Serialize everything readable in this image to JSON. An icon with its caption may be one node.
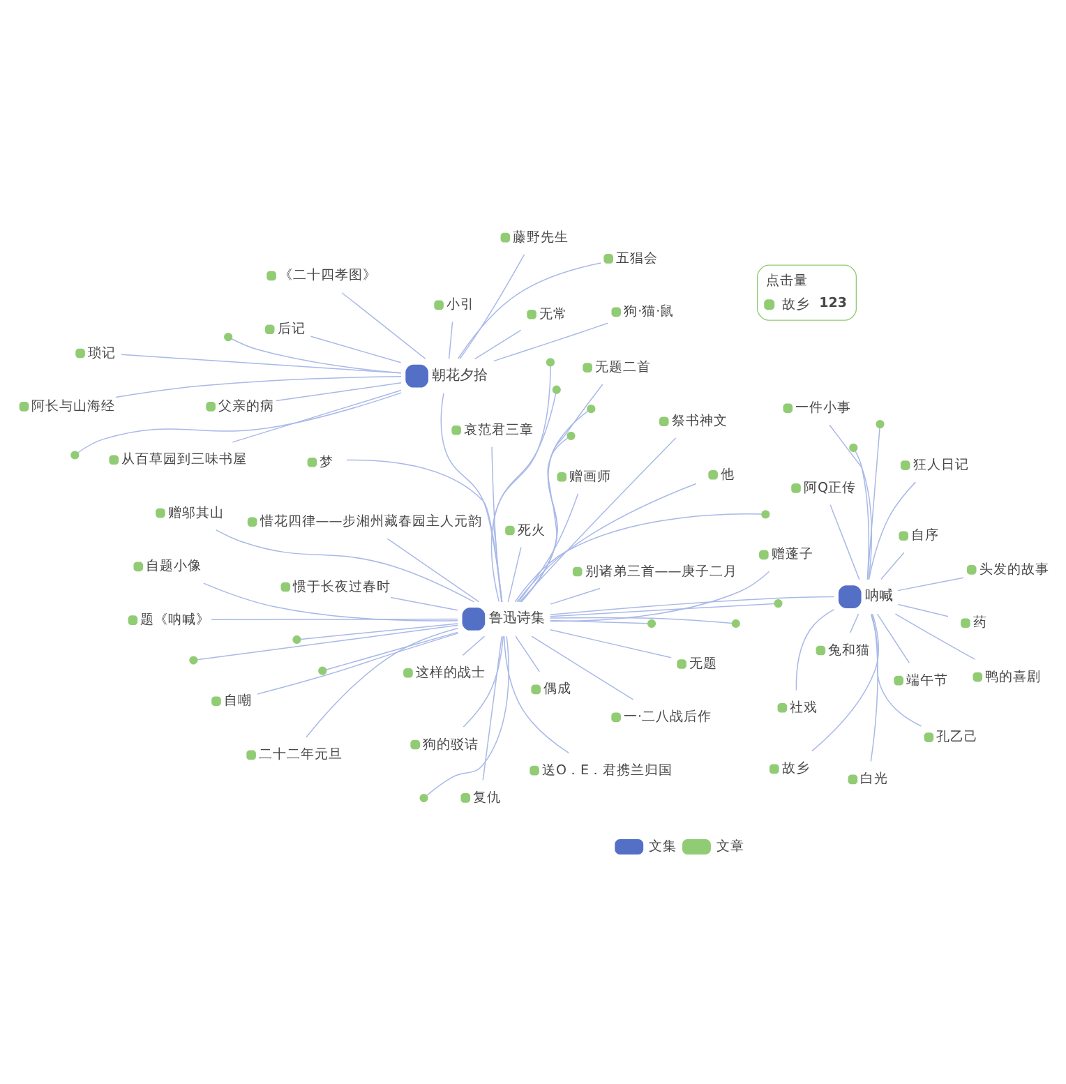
{
  "diagram": {
    "nodes": [
      {
        "text": [
          "朝花夕拾"
        ]
      },
      {
        "text": [
          "阿长与山海经"
        ]
      },
      {
        "text": [
          "《二十四孝图》"
        ]
      },
      {
        "text": [
          "狗·猫·鼠"
        ]
      },
      {
        "text": [
          "父亲的病"
        ]
      },
      {
        "text": [
          "无常"
        ]
      },
      {
        "text": [
          "藤野先生"
        ]
      },
      {
        "text": [
          "琐记"
        ]
      },
      {
        "text": [
          "小引"
        ]
      },
      {
        "text": [],
        "shape": "circle"
      },
      {
        "text": [
          "后记"
        ]
      },
      {
        "text": [
          "五猖会"
        ]
      },
      {
        "text": [],
        "shape": "circle"
      },
      {
        "text": [
          "从百草园到三味书屋"
        ]
      },
      {
        "text": [
          "呐喊"
        ]
      },
      {
        "text": [
          "兔和猫"
        ]
      },
      {
        "text": [
          "社戏"
        ]
      },
      {
        "text": [
          "药"
        ]
      },
      {
        "text": [
          "狂人日记"
        ]
      },
      {
        "text": [
          "头发的故事"
        ]
      },
      {
        "text": [],
        "shape": "circle"
      },
      {
        "text": [],
        "shape": "circle"
      },
      {
        "text": [
          "端午节"
        ]
      },
      {
        "text": [
          "孔乙己"
        ]
      },
      {
        "text": [
          "鸭的喜剧"
        ]
      },
      {
        "text": [
          "阿Q正传"
        ]
      },
      {
        "text": [
          "白光"
        ]
      },
      {
        "text": [
          "自序"
        ]
      },
      {
        "text": [
          "一件小事"
        ]
      },
      {
        "text": [
          "故乡"
        ]
      },
      {
        "text": [
          "点击量",
          "故乡",
          "123"
        ]
      },
      {
        "text": [
          "鲁迅诗集"
        ]
      },
      {
        "text": [
          "惯于长夜过春时"
        ]
      },
      {
        "text": [
          "哀范君三章"
        ]
      },
      {
        "text": [
          "别诸弟三首——庚子二月"
        ]
      },
      {
        "text": [
          "这样的战士"
        ]
      },
      {
        "text": [
          "惜花四律——步湘州藏春园主人元韵"
        ]
      },
      {
        "text": [
          "死火"
        ]
      },
      {
        "text": [
          "复仇"
        ]
      },
      {
        "text": [
          "他"
        ]
      },
      {
        "text": [
          "祭书神文"
        ]
      },
      {
        "text": [],
        "shape": "circle"
      },
      {
        "text": [
          "赠蓬子"
        ]
      },
      {
        "text": [
          "赠画师"
        ]
      },
      {
        "text": [
          "狗的驳诘"
        ]
      },
      {
        "text": [
          "题《呐喊》"
        ]
      },
      {
        "text": [],
        "shape": "circle"
      },
      {
        "text": [
          "自题小像"
        ]
      },
      {
        "text": [
          "赠邬其山"
        ]
      },
      {
        "text": [
          "自嘲"
        ]
      },
      {
        "text": [],
        "shape": "circle"
      },
      {
        "text": [
          "无题二首"
        ]
      },
      {
        "text": [
          "二十二年元旦"
        ]
      },
      {
        "text": [
          "送O．E．君携兰归国"
        ]
      },
      {
        "text": [
          "一·二八战后作"
        ]
      },
      {
        "text": [
          "偶成"
        ]
      },
      {
        "text": [
          "梦"
        ]
      },
      {
        "text": [],
        "shape": "circle"
      },
      {
        "text": [],
        "shape": "circle"
      },
      {
        "text": [],
        "shape": "circle"
      },
      {
        "text": [],
        "shape": "circle"
      },
      {
        "text": [],
        "shape": "circle"
      },
      {
        "text": [
          "无题"
        ]
      },
      {
        "text": [],
        "shape": "circle"
      },
      {
        "text": [],
        "shape": "circle"
      },
      {
        "text": [],
        "shape": "circle"
      },
      {
        "text": [],
        "shape": "circle"
      }
    ],
    "edges": [
      {
        "from": 31,
        "to": 0,
        "arrow": "none"
      },
      {
        "from": 31,
        "to": 14,
        "arrow": "none"
      },
      {
        "from": 0,
        "to": 1,
        "arrow": "none"
      },
      {
        "from": 0,
        "to": 2,
        "arrow": "none"
      },
      {
        "from": 0,
        "to": 3,
        "arrow": "none"
      },
      {
        "from": 0,
        "to": 4,
        "arrow": "none"
      },
      {
        "from": 0,
        "to": 5,
        "arrow": "none"
      },
      {
        "from": 0,
        "to": 6,
        "arrow": "none"
      },
      {
        "from": 0,
        "to": 7,
        "arrow": "none"
      },
      {
        "from": 0,
        "to": 8,
        "arrow": "none"
      },
      {
        "from": 0,
        "to": 9,
        "arrow": "none"
      },
      {
        "from": 0,
        "to": 10,
        "arrow": "none"
      },
      {
        "from": 0,
        "to": 11,
        "arrow": "none"
      },
      {
        "from": 0,
        "to": 12,
        "arrow": "none"
      },
      {
        "from": 0,
        "to": 13,
        "arrow": "none"
      },
      {
        "from": 14,
        "to": 15,
        "arrow": "none"
      },
      {
        "from": 14,
        "to": 16,
        "arrow": "none"
      },
      {
        "from": 14,
        "to": 17,
        "arrow": "none"
      },
      {
        "from": 14,
        "to": 18,
        "arrow": "none"
      },
      {
        "from": 14,
        "to": 19,
        "arrow": "none"
      },
      {
        "from": 14,
        "to": 20,
        "arrow": "none"
      },
      {
        "from": 14,
        "to": 21,
        "arrow": "none"
      },
      {
        "from": 14,
        "to": 22,
        "arrow": "none"
      },
      {
        "from": 14,
        "to": 23,
        "arrow": "none"
      },
      {
        "from": 14,
        "to": 24,
        "arrow": "none"
      },
      {
        "from": 14,
        "to": 25,
        "arrow": "none"
      },
      {
        "from": 14,
        "to": 26,
        "arrow": "none"
      },
      {
        "from": 14,
        "to": 27,
        "arrow": "none"
      },
      {
        "from": 14,
        "to": 28,
        "arrow": "none"
      },
      {
        "from": 14,
        "to": 29,
        "arrow": "none"
      },
      {
        "from": 31,
        "to": 32,
        "arrow": "none"
      },
      {
        "from": 31,
        "to": 33,
        "arrow": "none"
      },
      {
        "from": 31,
        "to": 34,
        "arrow": "none"
      },
      {
        "from": 31,
        "to": 35,
        "arrow": "none"
      },
      {
        "from": 31,
        "to": 36,
        "arrow": "none"
      },
      {
        "from": 31,
        "to": 37,
        "arrow": "none"
      },
      {
        "from": 31,
        "to": 38,
        "arrow": "none"
      },
      {
        "from": 31,
        "to": 39,
        "arrow": "none"
      },
      {
        "from": 31,
        "to": 40,
        "arrow": "none"
      },
      {
        "from": 31,
        "to": 41,
        "arrow": "none"
      },
      {
        "from": 31,
        "to": 42,
        "arrow": "none"
      },
      {
        "from": 31,
        "to": 43,
        "arrow": "none"
      },
      {
        "from": 31,
        "to": 44,
        "arrow": "none"
      },
      {
        "from": 31,
        "to": 45,
        "arrow": "none"
      },
      {
        "from": 31,
        "to": 46,
        "arrow": "none"
      },
      {
        "from": 31,
        "to": 47,
        "arrow": "none"
      },
      {
        "from": 31,
        "to": 48,
        "arrow": "none"
      },
      {
        "from": 31,
        "to": 49,
        "arrow": "none"
      },
      {
        "from": 31,
        "to": 50,
        "arrow": "none"
      },
      {
        "from": 31,
        "to": 51,
        "arrow": "none"
      },
      {
        "from": 31,
        "to": 52,
        "arrow": "none"
      },
      {
        "from": 31,
        "to": 53,
        "arrow": "none"
      },
      {
        "from": 31,
        "to": 54,
        "arrow": "none"
      },
      {
        "from": 31,
        "to": 55,
        "arrow": "none"
      },
      {
        "from": 31,
        "to": 56,
        "arrow": "none"
      },
      {
        "from": 31,
        "to": 57,
        "arrow": "none"
      },
      {
        "from": 31,
        "to": 58,
        "arrow": "none"
      },
      {
        "from": 31,
        "to": 59,
        "arrow": "none"
      },
      {
        "from": 31,
        "to": 60,
        "arrow": "none"
      },
      {
        "from": 31,
        "to": 61,
        "arrow": "none"
      },
      {
        "from": 31,
        "to": 62,
        "arrow": "none"
      },
      {
        "from": 31,
        "to": 63,
        "arrow": "none"
      },
      {
        "from": 31,
        "to": 64,
        "arrow": "none"
      },
      {
        "from": 31,
        "to": 65,
        "arrow": "none"
      },
      {
        "from": 31,
        "to": 66,
        "arrow": "none"
      }
    ],
    "legend": [
      {
        "text": "文集",
        "color": "#5470c6"
      },
      {
        "text": "文章",
        "color": "#91cc75"
      }
    ]
  }
}
